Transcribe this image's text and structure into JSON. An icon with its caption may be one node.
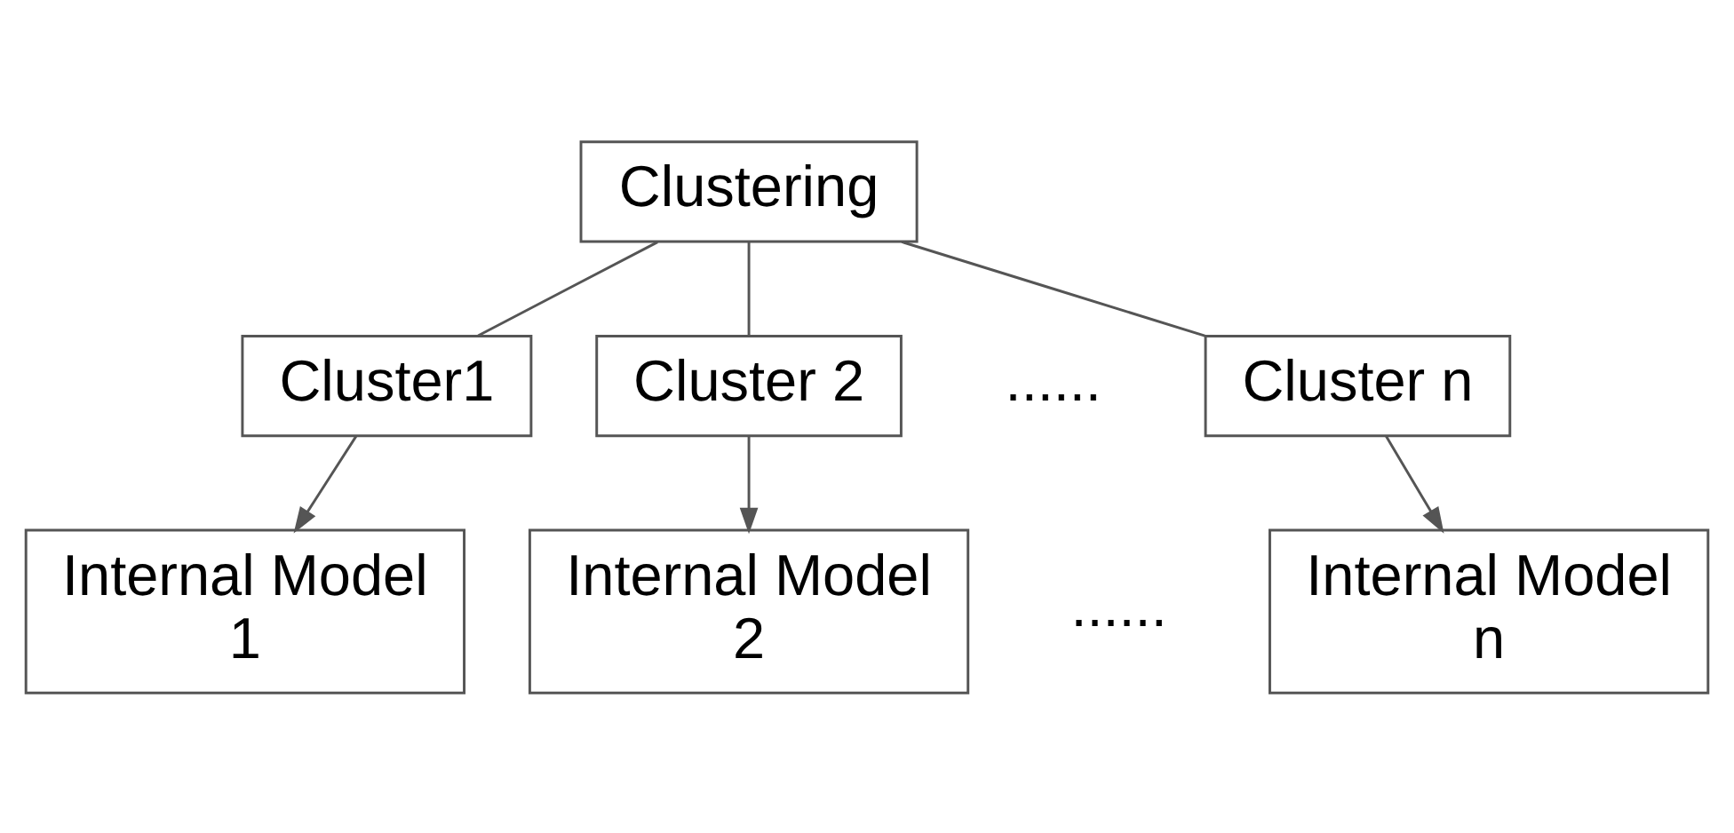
{
  "diagram": {
    "nodes": [
      {
        "text": [
          "Clustering"
        ]
      },
      {
        "text": [
          "Cluster1"
        ]
      },
      {
        "text": [
          "Cluster 2"
        ]
      },
      {
        "text": [
          "Cluster n"
        ]
      },
      {
        "text": [
          "Internal Model 1"
        ]
      },
      {
        "text": [
          "Internal Model 2"
        ]
      },
      {
        "text": [
          "Internal Model n"
        ]
      }
    ],
    "edges": [
      {
        "from": 0,
        "to": 1,
        "arrow": "none"
      },
      {
        "from": 0,
        "to": 2,
        "arrow": "none"
      },
      {
        "from": 0,
        "to": 3,
        "arrow": "none"
      },
      {
        "from": 1,
        "to": 4,
        "arrow": "to"
      },
      {
        "from": 2,
        "to": 5,
        "arrow": "to"
      },
      {
        "from": 3,
        "to": 6,
        "arrow": "to"
      }
    ],
    "labels": [
      "......",
      "......"
    ]
  }
}
